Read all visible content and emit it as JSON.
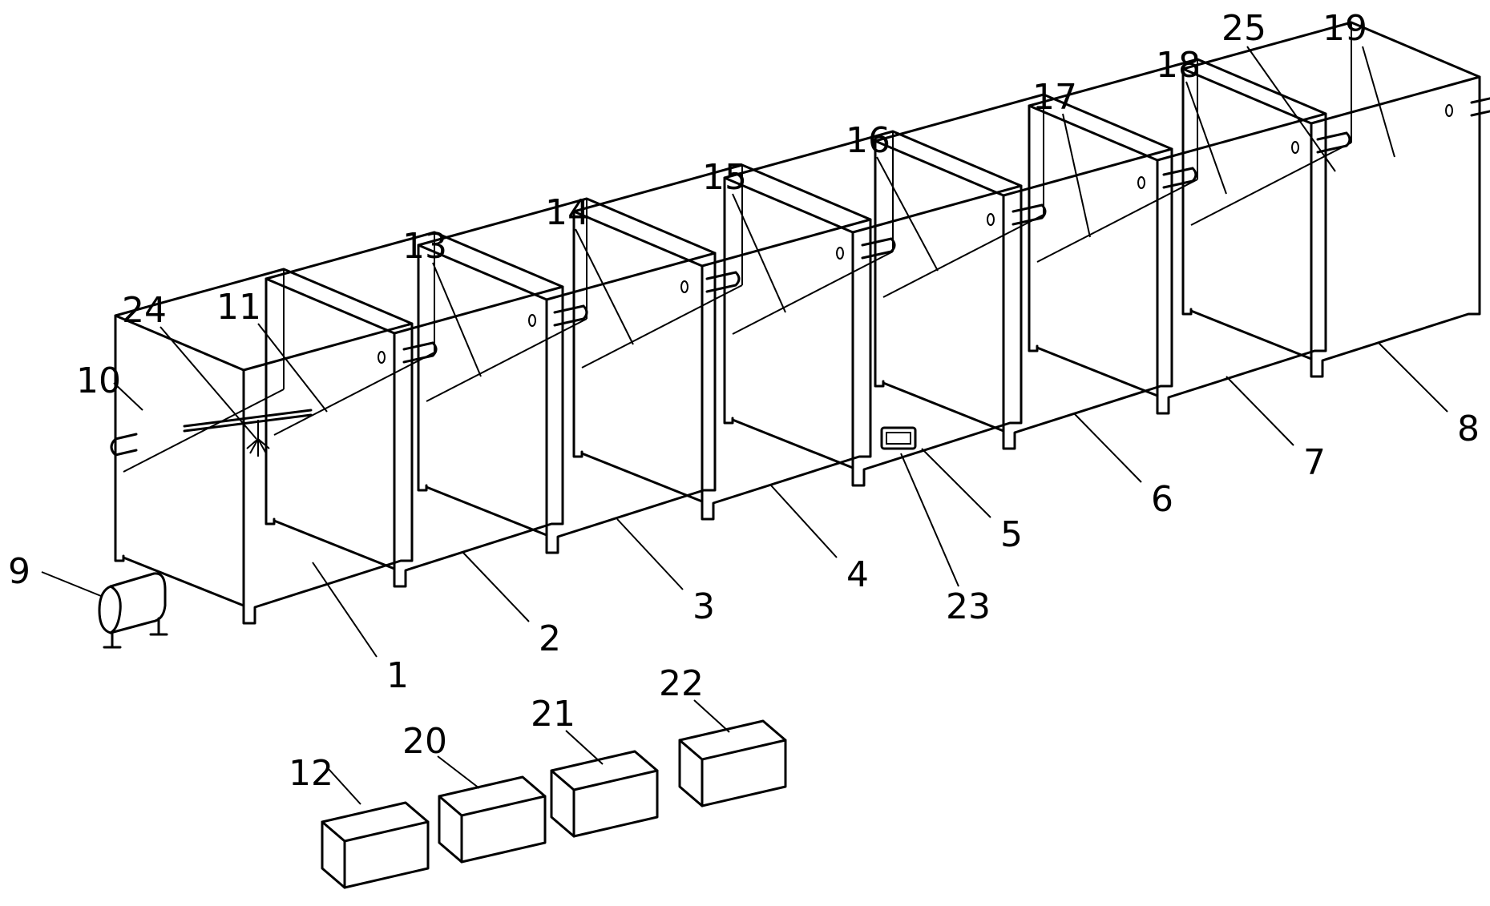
{
  "labels": {
    "l1": "1",
    "l2": "2",
    "l3": "3",
    "l4": "4",
    "l5": "5",
    "l6": "6",
    "l7": "7",
    "l8": "8",
    "l9": "9",
    "l10": "10",
    "l11": "11",
    "l12": "12",
    "l13": "13",
    "l14": "14",
    "l15": "15",
    "l16": "16",
    "l17": "17",
    "l18": "18",
    "l19": "19",
    "l20": "20",
    "l21": "21",
    "l22": "22",
    "l23": "23",
    "l24": "24",
    "l25": "25"
  },
  "colors": {
    "line": "#000000",
    "background": "#ffffff"
  }
}
